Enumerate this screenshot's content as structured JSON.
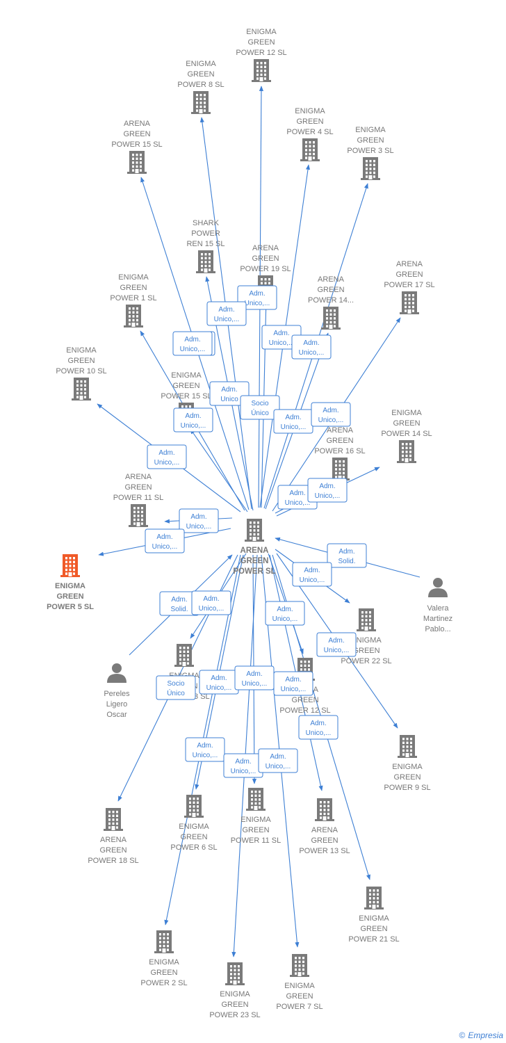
{
  "nodes": {
    "center": {
      "lines": [
        "ARENA",
        "GREEN",
        "POWER  SL"
      ],
      "kind": "company"
    },
    "ep12a": {
      "lines": [
        "ENIGMA",
        "GREEN",
        "POWER 12  SL"
      ],
      "kind": "company"
    },
    "ep8": {
      "lines": [
        "ENIGMA",
        "GREEN",
        "POWER 8  SL"
      ],
      "kind": "company"
    },
    "ap15a": {
      "lines": [
        "ARENA",
        "GREEN",
        "POWER 15  SL"
      ],
      "kind": "company"
    },
    "ep4": {
      "lines": [
        "ENIGMA",
        "GREEN",
        "POWER 4  SL"
      ],
      "kind": "company"
    },
    "ep3": {
      "lines": [
        "ENIGMA",
        "GREEN",
        "POWER 3  SL"
      ],
      "kind": "company"
    },
    "shark": {
      "lines": [
        "SHARK",
        "POWER",
        "REN 15  SL"
      ],
      "kind": "company"
    },
    "ap19": {
      "lines": [
        "ARENA",
        "GREEN",
        "POWER 19  SL"
      ],
      "kind": "company"
    },
    "ap14": {
      "lines": [
        "ARENA",
        "GREEN",
        "POWER 14..."
      ],
      "kind": "company"
    },
    "ap17": {
      "lines": [
        "ARENA",
        "GREEN",
        "POWER 17  SL"
      ],
      "kind": "company"
    },
    "ep1": {
      "lines": [
        "ENIGMA",
        "GREEN",
        "POWER 1  SL"
      ],
      "kind": "company"
    },
    "ep10": {
      "lines": [
        "ENIGMA",
        "GREEN",
        "POWER 10  SL"
      ],
      "kind": "company"
    },
    "ep15": {
      "lines": [
        "ENIGMA",
        "GREEN",
        "POWER 15  SL"
      ],
      "kind": "company"
    },
    "ap16": {
      "lines": [
        "ARENA",
        "GREEN",
        "POWER 16  SL"
      ],
      "kind": "company"
    },
    "ep14": {
      "lines": [
        "ENIGMA",
        "GREEN",
        "POWER 14  SL"
      ],
      "kind": "company"
    },
    "ap11": {
      "lines": [
        "ARENA",
        "GREEN",
        "POWER 11  SL"
      ],
      "kind": "company"
    },
    "ep5": {
      "lines": [
        "ENIGMA",
        "GREEN",
        "POWER 5  SL"
      ],
      "kind": "highlight"
    },
    "valera": {
      "lines": [
        "Valera",
        "Martinez",
        "Pablo..."
      ],
      "kind": "person"
    },
    "ep22": {
      "lines": [
        "ENIGMA",
        "GREEN",
        "POWER 22  SL"
      ],
      "kind": "company"
    },
    "pereles": {
      "lines": [
        "Pereles",
        "Ligero",
        "Oscar"
      ],
      "kind": "person"
    },
    "ep13": {
      "lines": [
        "ENIGMA",
        "GREEN",
        "POWER 13  SL"
      ],
      "kind": "company"
    },
    "ap12": {
      "lines": [
        "ARENA",
        "GREEN",
        "POWER 12  SL"
      ],
      "kind": "company"
    },
    "ep9": {
      "lines": [
        "ENIGMA",
        "GREEN",
        "POWER 9  SL"
      ],
      "kind": "company"
    },
    "ap18": {
      "lines": [
        "ARENA",
        "GREEN",
        "POWER 18  SL"
      ],
      "kind": "company"
    },
    "ep6": {
      "lines": [
        "ENIGMA",
        "GREEN",
        "POWER 6  SL"
      ],
      "kind": "company"
    },
    "ep11": {
      "lines": [
        "ENIGMA",
        "GREEN",
        "POWER 11  SL"
      ],
      "kind": "company"
    },
    "ap13": {
      "lines": [
        "ARENA",
        "GREEN",
        "POWER 13  SL"
      ],
      "kind": "company"
    },
    "ep21": {
      "lines": [
        "ENIGMA",
        "GREEN",
        "POWER 21  SL"
      ],
      "kind": "company"
    },
    "ep2": {
      "lines": [
        "ENIGMA",
        "GREEN",
        "POWER 2  SL"
      ],
      "kind": "company"
    },
    "ep23": {
      "lines": [
        "ENIGMA",
        "GREEN",
        "POWER 23  SL"
      ],
      "kind": "company"
    },
    "ep7": {
      "lines": [
        "ENIGMA",
        "GREEN",
        "POWER 7  SL"
      ],
      "kind": "company"
    }
  },
  "edges": [
    {
      "to": "ep12a",
      "lines": [
        "Adm.",
        "Unico,..."
      ]
    },
    {
      "to": "ep8",
      "lines": [
        "Adm.",
        "Unico,..."
      ]
    },
    {
      "to": "ap15a",
      "lines": [
        "Adm.",
        "Unico,..."
      ]
    },
    {
      "to": "ep4",
      "lines": [
        "Adm.",
        "Unico,..."
      ]
    },
    {
      "to": "ep3",
      "lines": [
        "Adm.",
        "Unico,..."
      ]
    },
    {
      "to": "shark",
      "lines": [
        "Adm.",
        "Unico"
      ]
    },
    {
      "to": "ap19",
      "lines": [
        "Socio",
        "Único"
      ]
    },
    {
      "to": "ap14",
      "lines": [
        "Adm.",
        "Unico,..."
      ]
    },
    {
      "to": "ap17",
      "lines": [
        "Adm.",
        "Unico,..."
      ]
    },
    {
      "to": "ep1",
      "lines": [
        "Adm.",
        "Unico,..."
      ]
    },
    {
      "to": "ep10",
      "lines": [
        "Adm.",
        "Unico,..."
      ]
    },
    {
      "to": "ep15",
      "lines": [
        "Adm.",
        "Unico,..."
      ]
    },
    {
      "to": "ap16",
      "lines": [
        "Adm.",
        "Unico,..."
      ]
    },
    {
      "to": "ep14",
      "lines": [
        "Adm.",
        "Unico,..."
      ]
    },
    {
      "to": "ap11",
      "lines": [
        "Adm.",
        "Unico,..."
      ]
    },
    {
      "to": "ep5",
      "lines": [
        "Adm.",
        "Unico,..."
      ]
    },
    {
      "from": "valera",
      "lines": [
        "Adm.",
        "Solid."
      ]
    },
    {
      "to": "ep22",
      "lines": [
        "Adm.",
        "Unico,..."
      ]
    },
    {
      "from": "pereles",
      "lines": [
        "Adm.",
        "Solid."
      ]
    },
    {
      "to": "ep13",
      "lines": [
        "Adm.",
        "Unico,..."
      ]
    },
    {
      "to": "ap12",
      "lines": [
        "Adm.",
        "Unico,..."
      ]
    },
    {
      "to": "ep9",
      "lines": [
        "Adm.",
        "Unico,..."
      ]
    },
    {
      "to": "ap18",
      "lines": [
        "Socio",
        "Único"
      ]
    },
    {
      "to": "ep6",
      "lines": [
        "Adm.",
        "Unico,..."
      ]
    },
    {
      "to": "ep11",
      "lines": [
        "Adm.",
        "Unico,..."
      ]
    },
    {
      "to": "ap13",
      "lines": [
        "Adm.",
        "Unico,..."
      ]
    },
    {
      "to": "ep21",
      "lines": [
        "Adm.",
        "Unico,..."
      ]
    },
    {
      "to": "ep2",
      "lines": [
        "Adm.",
        "Unico,..."
      ]
    },
    {
      "to": "ep23",
      "lines": [
        "Adm.",
        "Unico,..."
      ]
    },
    {
      "to": "ep7",
      "lines": [
        "Adm.",
        "Unico,..."
      ]
    }
  ],
  "colors": {
    "edge": "#3d7fd4",
    "company": "#7a7a7a",
    "highlight": "#f05a28",
    "person": "#7a7a7a"
  },
  "footer": {
    "copyright": "©",
    "brand": "Empresia"
  }
}
